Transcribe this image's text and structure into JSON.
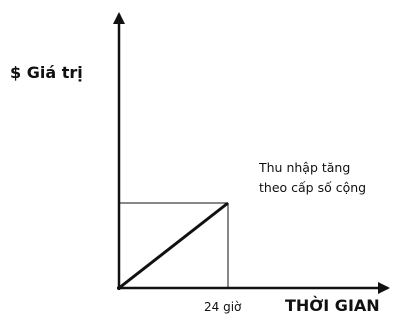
{
  "chart_data": {
    "type": "line",
    "title": "",
    "ylabel": "$ Giá trị",
    "xlabel": "THỜI GIAN",
    "x_ticks": [
      "24 giờ"
    ],
    "series": [
      {
        "x": [
          0,
          1
        ],
        "y": [
          0,
          1
        ]
      }
    ],
    "annotation_lines": [
      "Thu nhập tăng",
      "theo cấp số cộng"
    ],
    "grid": false,
    "line_color": "#111111"
  }
}
